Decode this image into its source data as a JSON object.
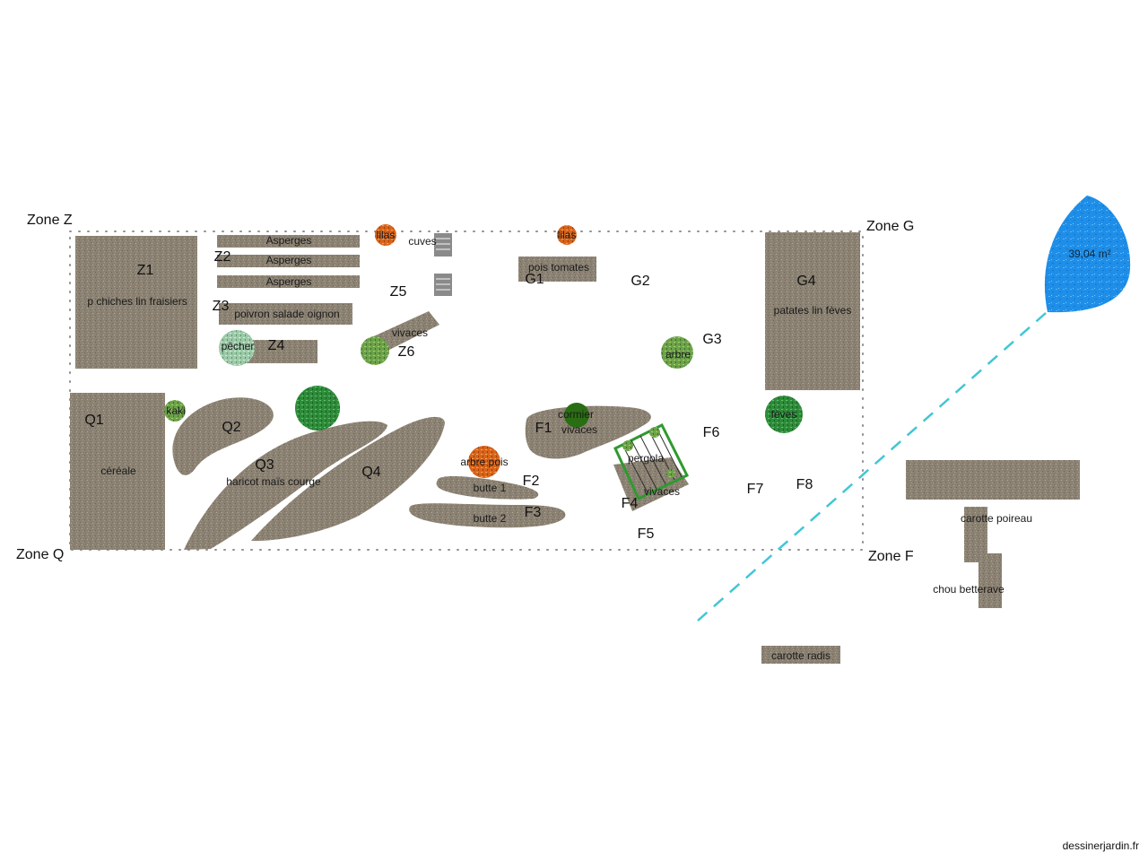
{
  "zones": {
    "z": "Zone Z",
    "g": "Zone G",
    "q": "Zone Q",
    "f": "Zone F"
  },
  "codes": {
    "z1": "Z1",
    "z2": "Z2",
    "z3": "Z3",
    "z4": "Z4",
    "z5": "Z5",
    "z6": "Z6",
    "g1": "G1",
    "g2": "G2",
    "g3": "G3",
    "g4": "G4",
    "q1": "Q1",
    "q2": "Q2",
    "q3": "Q3",
    "q4": "Q4",
    "f1": "F1",
    "f2": "F2",
    "f3": "F3",
    "f4": "F4",
    "f5": "F5",
    "f6": "F6",
    "f7": "F7",
    "f8": "F8"
  },
  "crops": {
    "z1": "p chiches lin fraisiers",
    "asperges_1": "Asperges",
    "asperges_2": "Asperges",
    "asperges_3": "Asperges",
    "z3": "poivron salade oignon",
    "pecher": "pêcher",
    "lilas_1": "lilas",
    "cuves": "cuves",
    "lilas_2": "lilas",
    "g1": "pois tomates",
    "vivaces_z6": "vivaces",
    "arbre_g3": "arbre",
    "g4": "patates lin fèves",
    "feves": "fèves",
    "kaki": "kaki",
    "q1": "céréale",
    "q3": "haricot maïs courge",
    "arbre_pois": "arbre pois",
    "butte_1": "butte 1",
    "butte_2": "butte 2",
    "cormier": "cormier",
    "vivaces_f1": "vivaces",
    "pergola": "pergola",
    "vivaces_f4": "vivaces",
    "carotte_poireau": "carotte poireau",
    "chou_betterave": "chou betterave",
    "carotte_radis": "carotte radis"
  },
  "water_feature": {
    "area": "39,04 m²",
    "color": "#1e8ee8"
  },
  "colors": {
    "soil": "#8b8273",
    "guide_line": "#41c6d6",
    "tree_orange": "#d9641a",
    "tree_green": "#2e8b3a"
  },
  "credit": "dessinerjardin.fr"
}
